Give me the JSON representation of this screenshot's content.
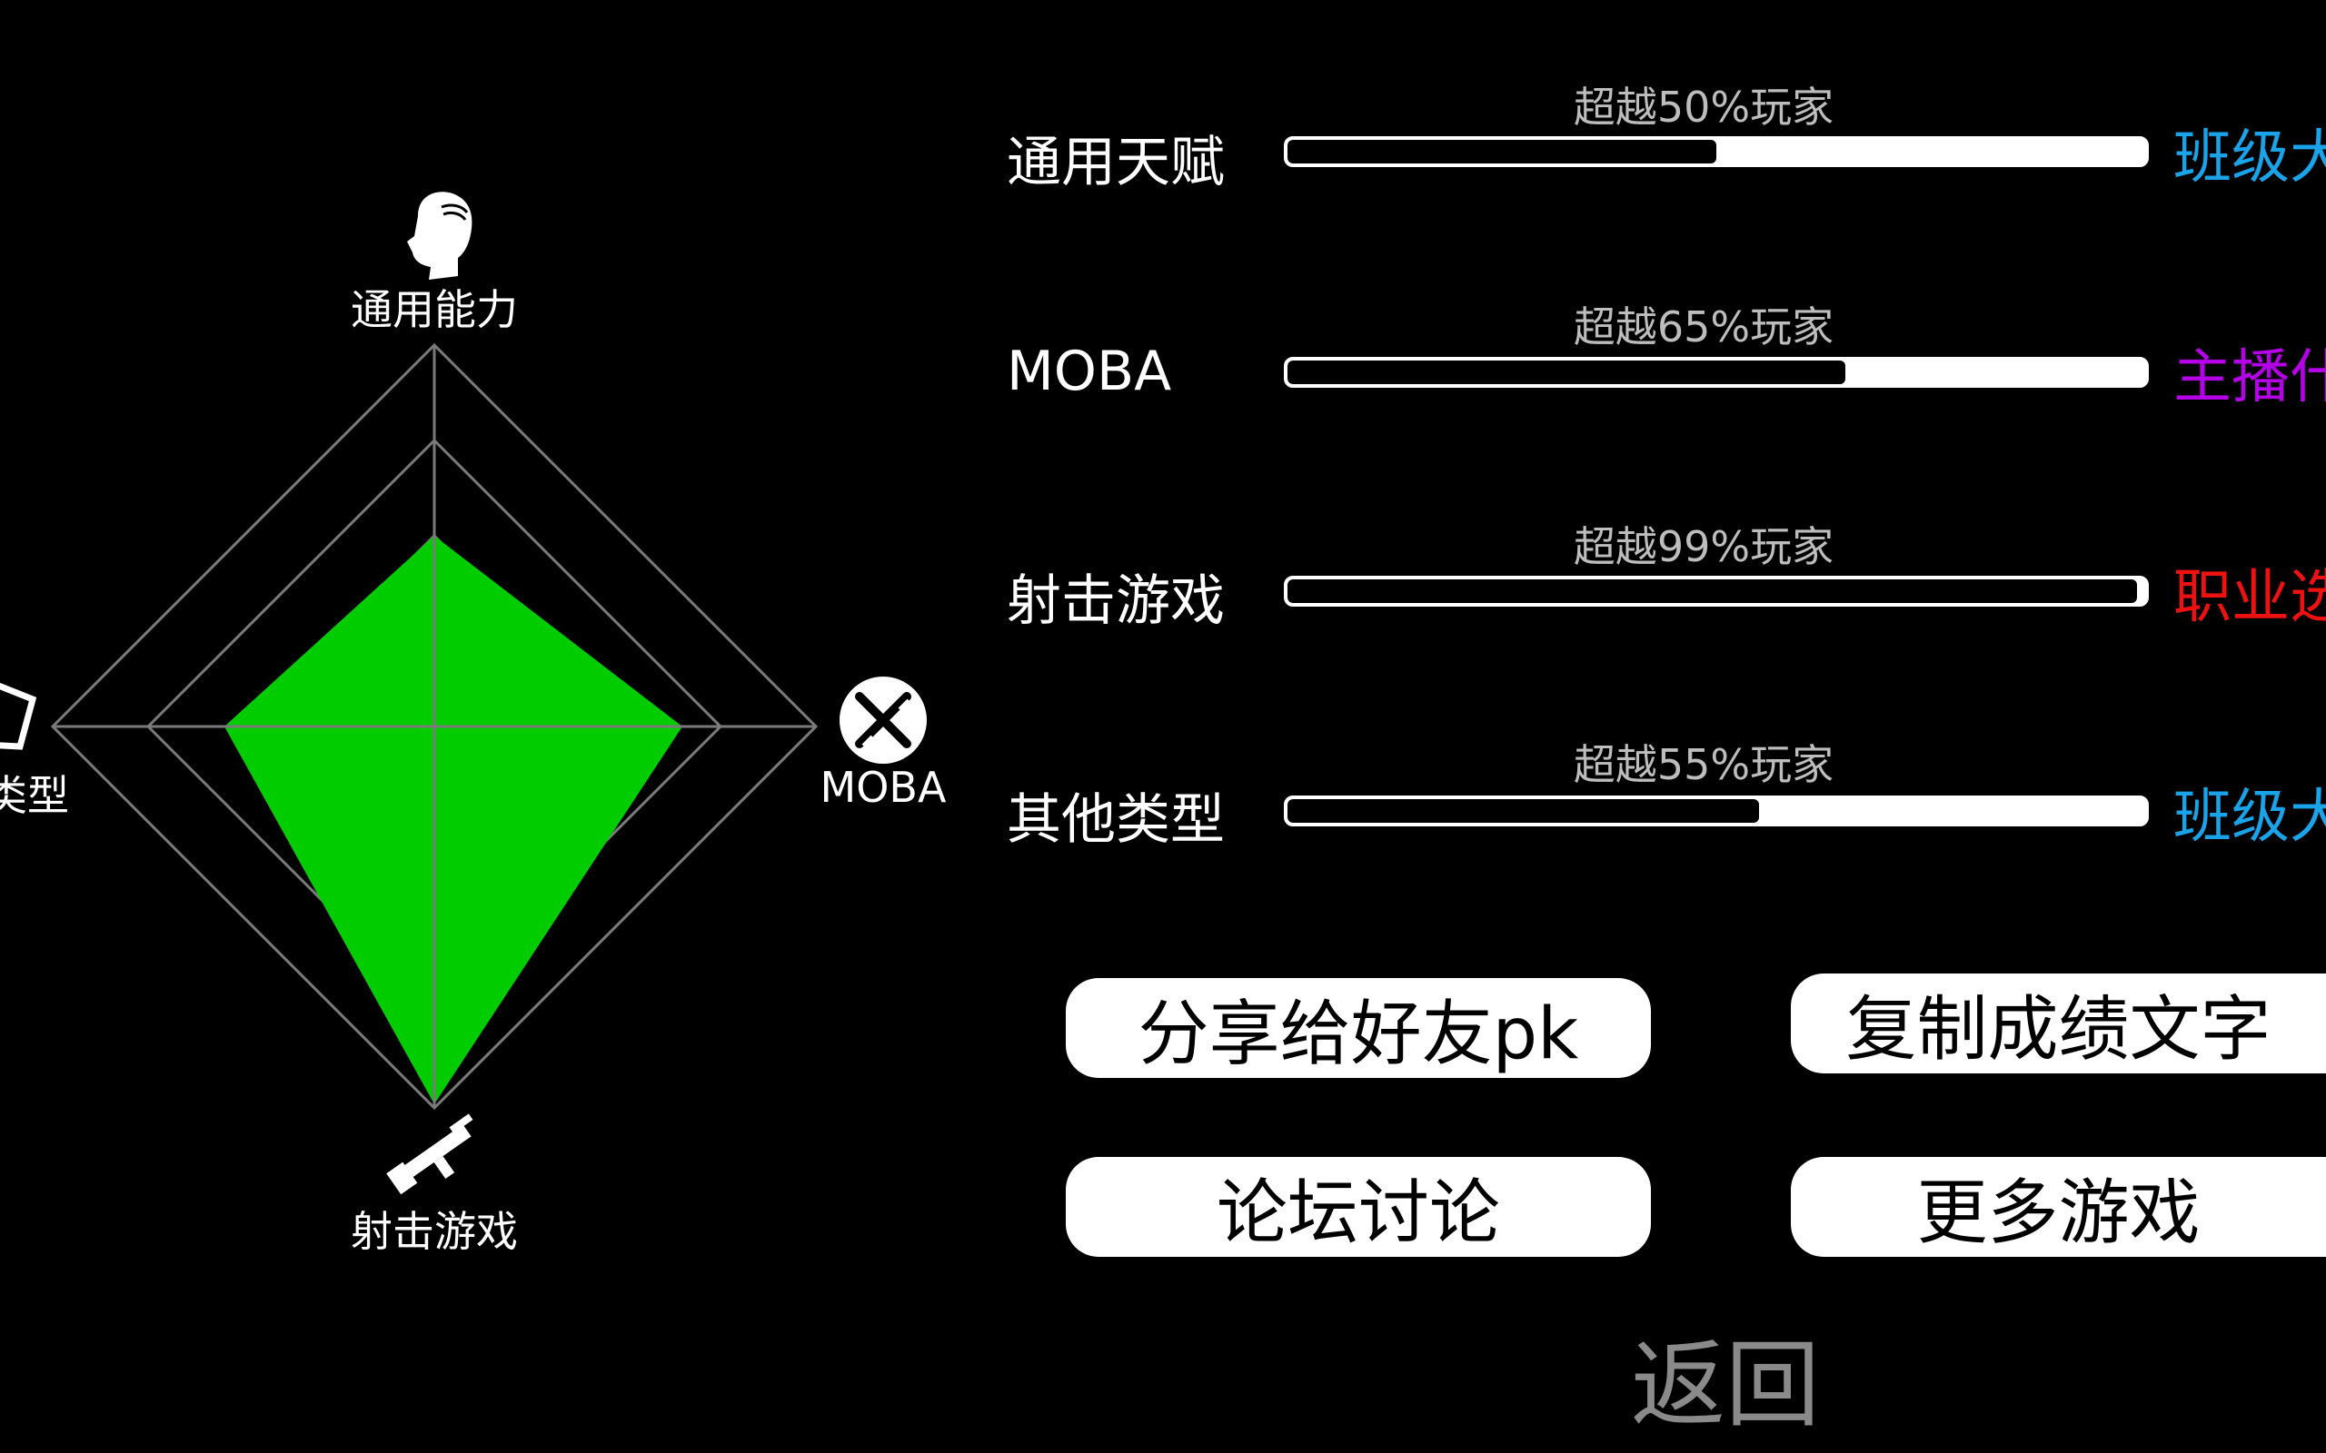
{
  "radar": {
    "axes": [
      {
        "label": "通用能力",
        "icon": "head-icon",
        "value": 0.5
      },
      {
        "label": "MOBA",
        "icon": "moba-swords-icon",
        "value": 0.65
      },
      {
        "label": "射击游戏",
        "icon": "rifle-icon",
        "value": 0.99
      },
      {
        "label": "类型",
        "icon": "other-type-icon",
        "value": 0.55
      }
    ],
    "fill_color": "#00cc00",
    "grid_color": "#7a7a7a"
  },
  "categories": [
    {
      "name": "通用天赋",
      "percentile_text": "超越50%玩家",
      "percent": 50,
      "rank": "班级大",
      "rank_color": "#1aa3e8"
    },
    {
      "name": "MOBA",
      "percentile_text": "超越65%玩家",
      "percent": 65,
      "rank": "主播什",
      "rank_color": "#b400e6"
    },
    {
      "name": "射击游戏",
      "percentile_text": "超越99%玩家",
      "percent": 99,
      "rank": "职业选",
      "rank_color": "#ee1111"
    },
    {
      "name": "其他类型",
      "percentile_text": "超越55%玩家",
      "percent": 55,
      "rank": "班级大",
      "rank_color": "#1aa3e8"
    }
  ],
  "buttons": {
    "share": "分享给好友pk",
    "copy": "复制成绩文字",
    "forum": "论坛讨论",
    "more_games": "更多游戏"
  },
  "back": "返回"
}
